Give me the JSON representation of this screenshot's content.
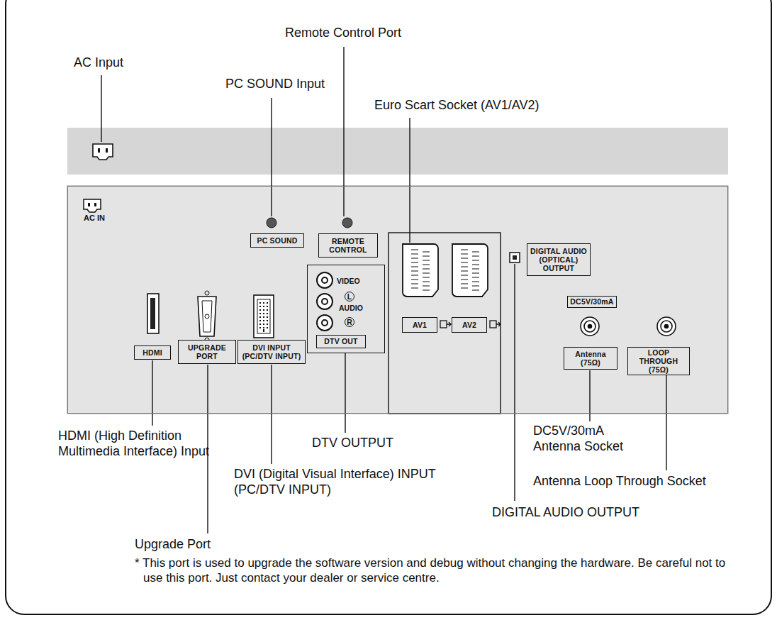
{
  "diagram": {
    "nodes": [
      {
        "text": [
          "AC IN"
        ]
      },
      {
        "text": [
          "PC SOUND"
        ],
        "in": 0
      },
      {
        "text": [
          "REMOTE CONTROL"
        ],
        "in": 0
      },
      {
        "text": [
          "VIDEO",
          "L",
          "AUDIO",
          "R"
        ],
        "in": 0
      },
      {
        "text": [
          "DTV OUT"
        ],
        "in": 3
      },
      {
        "text": [
          "HDMI"
        ],
        "in": 0
      },
      {
        "text": [
          "UPGRADE PORT"
        ],
        "in": 0
      },
      {
        "text": [
          "DVI INPUT (PC/DTV INPUT)"
        ],
        "in": 0
      },
      {
        "text": [
          "AV1"
        ],
        "in": 0
      },
      {
        "text": [
          "AV2"
        ],
        "in": 0
      },
      {
        "text": [
          "DIGITAL AUDIO (OPTICAL) OUTPUT"
        ],
        "in": 0
      },
      {
        "text": [
          "DC5V/30mA"
        ],
        "in": 0
      },
      {
        "text": [
          "Antenna (75Ω)"
        ],
        "in": 0
      },
      {
        "text": [
          "LOOP THROUGH (75Ω)"
        ],
        "in": 0
      }
    ],
    "labels": [
      "AC Input",
      "Remote Control Port",
      "PC SOUND Input",
      "Euro Scart Socket (AV1/AV2)",
      "HDMI (High Definition Multimedia Interface) Input",
      "DTV OUTPUT",
      "DVI (Digital Visual Interface) INPUT (PC/DTV INPUT)",
      "DC5V/30mA Antenna Socket",
      "Antenna Loop Through Socket",
      "DIGITAL AUDIO OUTPUT",
      "Upgrade Port",
      "* This port is used to upgrade the software version and debug without changing the hardware. Be careful not to use this port. Just contact your dealer or service centre."
    ]
  }
}
